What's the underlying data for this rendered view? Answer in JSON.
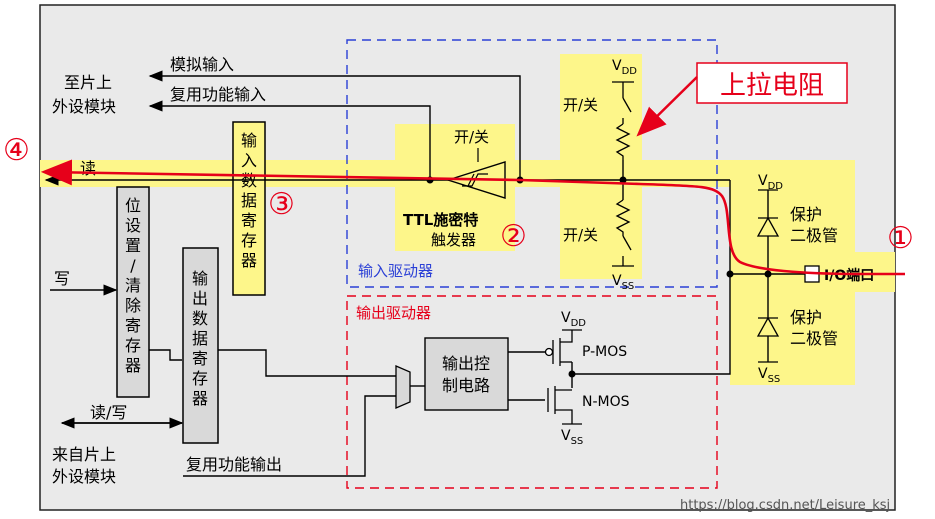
{
  "labels": {
    "to_peripheral": [
      "至片上",
      "外设模块"
    ],
    "analog_input": "模拟输入",
    "alt_func_input": "复用功能输入",
    "read": "读",
    "write": "写",
    "read_write": "读/写",
    "from_peripheral": [
      "来自片上",
      "外设模块"
    ],
    "alt_func_output": "复用功能输出",
    "bit_set_reset_reg": [
      "位",
      "设",
      "置",
      "/",
      "清",
      "除",
      "寄",
      "存",
      "器"
    ],
    "output_data_reg": [
      "输",
      "出",
      "数",
      "据",
      "寄",
      "存",
      "器"
    ],
    "input_data_reg": [
      "输",
      "入",
      "数",
      "据",
      "寄",
      "存",
      "器"
    ],
    "switch_on_off": "开/关",
    "schmitt": [
      "TTL施密特",
      "触发器"
    ],
    "input_driver": "输入驱动器",
    "output_driver": "输出驱动器",
    "output_control": [
      "输出控",
      "制电路"
    ],
    "pmos": "P-MOS",
    "nmos": "N-MOS",
    "vdd": "V",
    "vdd_sub": "DD",
    "vss": "V",
    "vss_sub": "SS",
    "protect_diode": [
      "保护",
      "二极管"
    ],
    "io_port": "I/O端口",
    "pullup_callout": "上拉电阻",
    "markers": [
      "①",
      "②",
      "③",
      "④"
    ],
    "watermark": "https://blog.csdn.net/Leisure_ksj"
  },
  "colors": {
    "background": "#eaeaea",
    "highlight": "#fdf68a",
    "signal_path": "#e6001a",
    "input_box": "#2a3fd6",
    "output_box": "#e6001a",
    "line": "#000000"
  }
}
